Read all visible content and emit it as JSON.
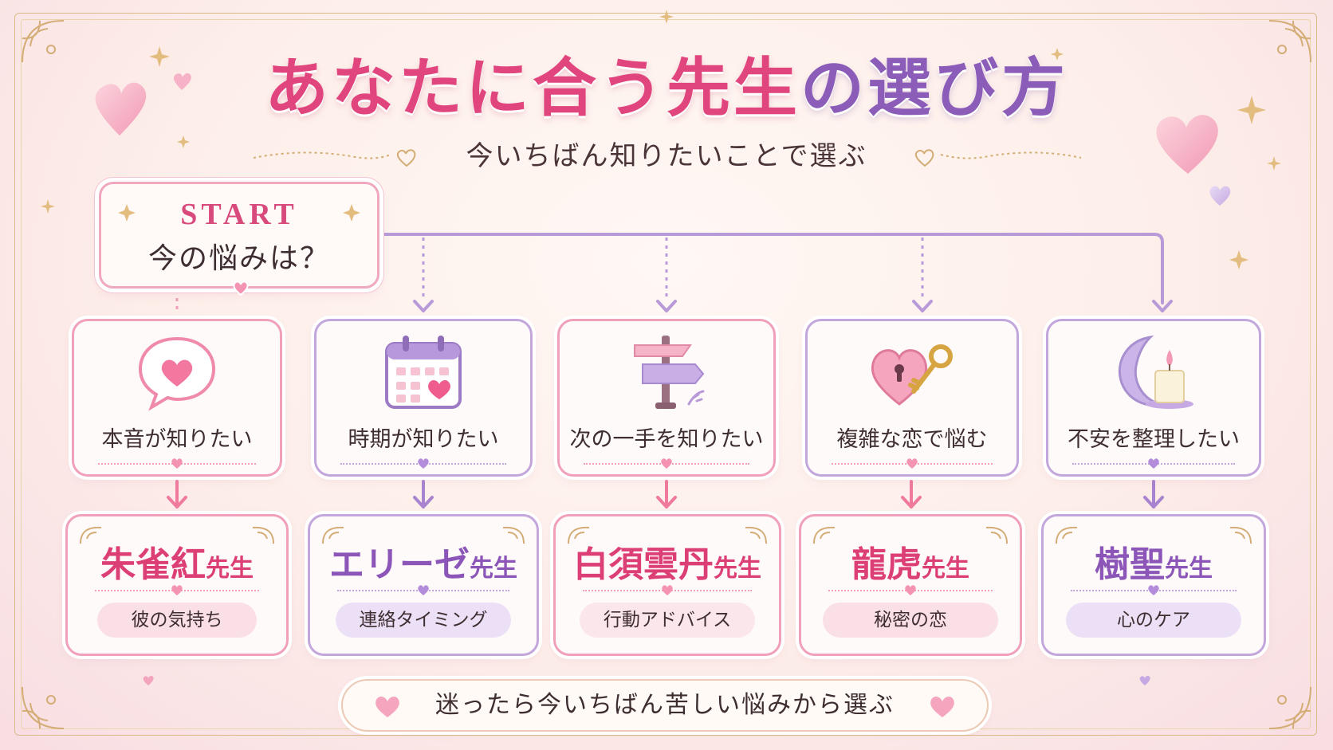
{
  "title": {
    "part1": "あなたに合う先生",
    "part2": "の選び方"
  },
  "subtitle": "今いちばん知りたいことで選ぶ",
  "start": {
    "label": "START",
    "question": "今の悩みは？"
  },
  "categories": [
    {
      "label": "本音が知りたい",
      "icon": "speech-heart-icon",
      "accent": "#f0a0ba"
    },
    {
      "label": "時期が知りたい",
      "icon": "calendar-heart-icon",
      "accent": "#c3a6dc"
    },
    {
      "label": "次の一手を知りたい",
      "icon": "signpost-icon",
      "accent": "#f0a0ba"
    },
    {
      "label": "複雑な恋で悩む",
      "icon": "heart-lock-key-icon",
      "accent": "#c3a6dc"
    },
    {
      "label": "不安を整理したい",
      "icon": "moon-candle-icon",
      "accent": "#c3a6dc"
    }
  ],
  "teachers": [
    {
      "name": "朱雀紅",
      "suffix": "先生",
      "specialty": "彼の気持ち",
      "color": "#dc3f75",
      "tag_bg": "#fbdfe7"
    },
    {
      "name": "エリーゼ",
      "suffix": "先生",
      "specialty": "連絡タイミング",
      "color": "#8c56b8",
      "tag_bg": "#ece0f6"
    },
    {
      "name": "白須雲丹",
      "suffix": "先生",
      "specialty": "行動アドバイス",
      "color": "#dc3f75",
      "tag_bg": "#fbe6ec"
    },
    {
      "name": "龍虎",
      "suffix": "先生",
      "specialty": "秘密の恋",
      "color": "#dc3f75",
      "tag_bg": "#fbdfe7"
    },
    {
      "name": "樹聖",
      "suffix": "先生",
      "specialty": "心のケア",
      "color": "#8c56b8",
      "tag_bg": "#ece0f6"
    }
  ],
  "footer": "迷ったら今いちばん苦しい悩みから選ぶ",
  "colors": {
    "pink": "#e0457e",
    "purple": "#8b5cb8",
    "gold": "#d9b98a"
  }
}
